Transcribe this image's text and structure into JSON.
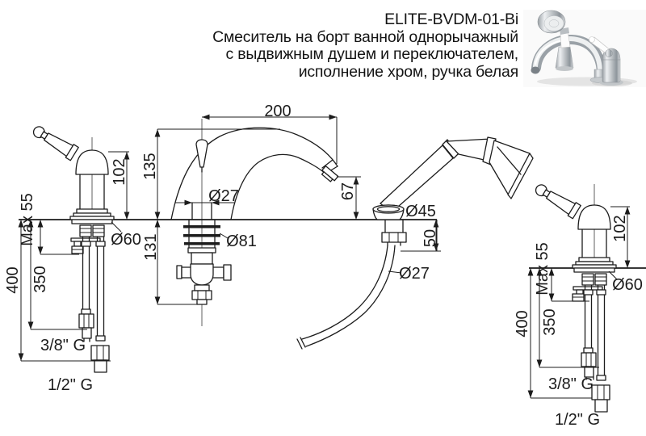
{
  "header": {
    "model": "ELITE-BVDM-01-Bi",
    "description": [
      "Смеситель на борт ванной однорычажный",
      "с выдвижным душем и переключателем,",
      "исполнение хром, ручка белая"
    ]
  },
  "dimensions": {
    "left_valve": {
      "height": "102",
      "max_deck": "Max 55",
      "hose_a": "350",
      "hose_b": "400",
      "flange": "Ø60",
      "thread_a": "3/8\" G",
      "thread_b": "1/2\" G"
    },
    "spout": {
      "reach": "200",
      "height": "135",
      "below": "131",
      "pipe": "Ø27",
      "flange": "Ø81",
      "outlet": "67"
    },
    "shower": {
      "holder": "Ø45",
      "below": "50",
      "hose": "Ø27"
    },
    "right_valve": {
      "height": "102",
      "flange": "Ø60",
      "max_deck": "Max 55",
      "hose_a": "350",
      "hose_b": "400",
      "thread_a": "3/8\" G",
      "thread_b": "1/2\" G"
    }
  },
  "colors": {
    "line": "#1c1c1c",
    "background": "#ffffff"
  }
}
